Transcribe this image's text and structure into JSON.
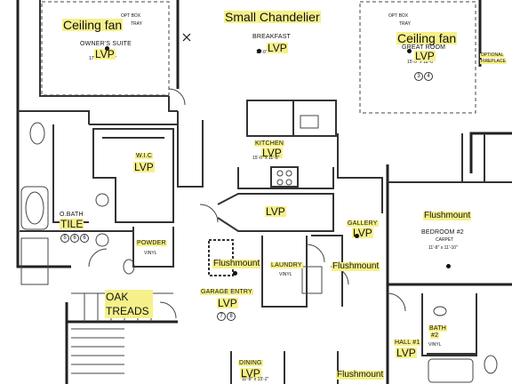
{
  "fixtures": {
    "ceiling_fan_owner": "Ceiling fan",
    "small_chandelier": "Small Chandelier",
    "ceiling_fan_great": "Ceiling fan",
    "flushmount_bed2": "Flushmount",
    "flushmount_entry": "Flushmount",
    "flushmount_gallery": "Flushmount",
    "flushmount_hall": "Flushmount"
  },
  "flooring": {
    "owners_suite": "LVP",
    "breakfast": "LVP",
    "great_room": "LVP",
    "wic": "LVP",
    "kitchen": "LVP",
    "center": "LVP",
    "gallery": "LVP",
    "obath": "TILE",
    "oak_treads": "OAK TREADS",
    "garage_entry": "LVP",
    "dining": "LVP",
    "hall": "LVP"
  },
  "rooms": {
    "owners_suite": "OWNER'S SUITE",
    "owners_suite_dim": "17'-0\" x 14'-0\"",
    "breakfast": "BREAKFAST",
    "breakfast_dim": "15'-0\" x 8'-4\"",
    "great_room": "GREAT ROOM",
    "great_room_dim": "15'-0\" x 18'-0\"",
    "wic": "W.I.C",
    "kitchen": "KITCHEN",
    "kitchen_dim": "15'-0\" x 11'-8\"",
    "obath": "O.BATH",
    "powder": "POWDER",
    "powder_floor": "VINYL",
    "laundry": "LAUNDRY",
    "laundry_floor": "VINYL",
    "garage_entry": "GARAGE ENTRY",
    "gallery": "GALLERY",
    "bedroom2": "BEDROOM #2",
    "bedroom2_floor": "CARPET",
    "bedroom2_dim": "11'-8\" x 11'-10\"",
    "bath2": "BATH",
    "bath2_num": "#2",
    "bath2_floor": "VINYL",
    "hall": "HALL #1",
    "dining": "DINING",
    "dining_dim": "11'-8\" x 13'-2\""
  },
  "notes": {
    "opt_box_tray_1": "OPT BOX",
    "opt_box_tray_1b": "TRAY",
    "opt_box_tray_2": "OPT BOX",
    "opt_box_tray_2b": "TRAY",
    "optional_fireplace_1": "OPTIONAL",
    "optional_fireplace_2": "FIREPLACE"
  },
  "tags": {
    "great_room": [
      "3",
      "4"
    ],
    "obath": [
      "5",
      "6",
      "6"
    ],
    "garage_entry": [
      "7",
      "8"
    ]
  }
}
